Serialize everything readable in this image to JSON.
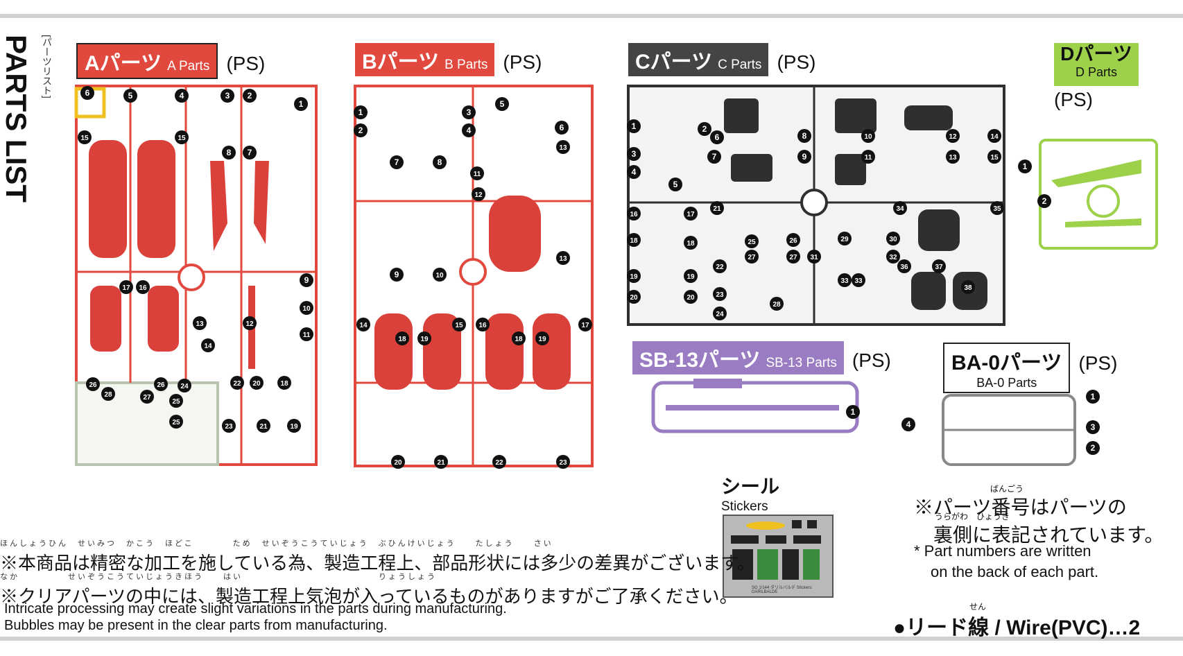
{
  "title": {
    "vertical": "PARTS LIST",
    "kana": "[パーツリスト]"
  },
  "sprues": {
    "a": {
      "jp": "Aパーツ",
      "en": "A Parts",
      "ps": "(PS)"
    },
    "b": {
      "jp": "Bパーツ",
      "en": "B Parts",
      "ps": "(PS)"
    },
    "c": {
      "jp": "Cパーツ",
      "en": "C Parts",
      "ps": "(PS)"
    },
    "d": {
      "jp": "Dパーツ",
      "en": "D Parts",
      "ps": "(PS)"
    },
    "sb": {
      "jp": "SB-13パーツ",
      "en": "SB-13 Parts",
      "ps": "(PS)"
    },
    "ba": {
      "jp": "BA-0パーツ",
      "en": "BA-0 Parts",
      "ps": "(PS)"
    }
  },
  "colors": {
    "red": "#e2493e",
    "dark": "#2f2f2f",
    "green": "#9ed14a",
    "purple": "#9a7cc2",
    "yellow": "#f0c020",
    "clear": "#b8c4b0"
  },
  "part_numbers": {
    "a": [
      "6",
      "5",
      "4",
      "3",
      "2",
      "1",
      "15",
      "15",
      "8",
      "7",
      "17",
      "16",
      "9",
      "10",
      "11",
      "13",
      "12",
      "14",
      "26",
      "28",
      "26",
      "27",
      "24",
      "25",
      "25",
      "22",
      "20",
      "18",
      "23",
      "21",
      "19"
    ],
    "b": [
      "1",
      "2",
      "3",
      "4",
      "5",
      "6",
      "13",
      "7",
      "8",
      "11",
      "12",
      "13",
      "9",
      "10",
      "14",
      "18",
      "19",
      "15",
      "16",
      "18",
      "19",
      "17",
      "20",
      "21",
      "22",
      "23"
    ],
    "c": [
      "1",
      "2",
      "6",
      "8",
      "10",
      "12",
      "14",
      "3",
      "4",
      "7",
      "9",
      "11",
      "13",
      "15",
      "5",
      "16",
      "17",
      "21",
      "34",
      "35",
      "18",
      "18",
      "25",
      "26",
      "29",
      "30",
      "27",
      "27",
      "31",
      "32",
      "19",
      "19",
      "22",
      "36",
      "37",
      "33",
      "33",
      "38",
      "20",
      "20",
      "23",
      "28",
      "24"
    ],
    "d": [
      "1",
      "2"
    ],
    "sb": [
      "1"
    ],
    "ba": [
      "1",
      "4",
      "3",
      "2"
    ]
  },
  "stickers": {
    "jp": "シール",
    "en": "Stickers",
    "label": "SG 1/144 ダリルバルデ Stickers: DARILBALDE"
  },
  "notes": {
    "line1_ruby": "ほんしょうひん　せいみつ　かこう　ほどこ　　　　ため　せいぞうこうていじょう　ぶひんけいじょう　　たしょう　　さい",
    "line1": "※本商品は精密な加工を施している為、製造工程上、部品形状には多少の差異がございます。",
    "line2_ruby": "なか　　　　　せいぞうこうていじょうきほう　　はい　　　　　　　　　　　　　　りょうしょう",
    "line2": "※クリアパーツの中には、製造工程上気泡が入っているものがありますがご了承ください。",
    "en1": "Intricate processing may create slight variations in the parts during manufacturing.",
    "en2": "Bubbles may be present in the clear parts from manufacturing.",
    "right_ruby1": "ばんごう",
    "right1": "※パーツ番号はパーツの",
    "right_ruby2": "うらがわ　ひょうき",
    "right2": "裏側に表記されています。",
    "right_en1": "* Part numbers are written",
    "right_en2": "on the back of each part.",
    "wire_ruby": "せん",
    "wire": "●リード線 / Wire(PVC)…2"
  }
}
